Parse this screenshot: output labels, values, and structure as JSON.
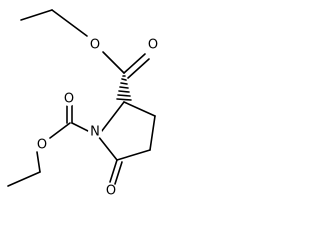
{
  "molecule": {
    "atoms": {
      "ring_nitrogen": "N",
      "ester_top_ether_oxygen": "O",
      "ester_top_carbonyl_oxygen": "O",
      "carbamate_ether_oxygen": "O",
      "carbamate_carbonyl_oxygen": "O",
      "ring_ketone_oxygen": "O"
    },
    "colors": {
      "bond": "#000000",
      "label": "#000000",
      "background": "#ffffff"
    }
  }
}
